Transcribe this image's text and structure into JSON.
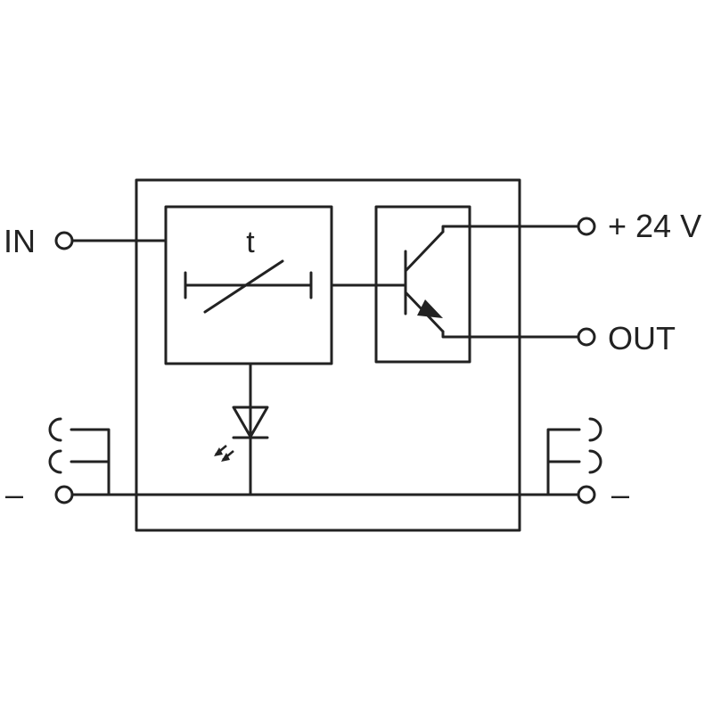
{
  "labels": {
    "input": "IN",
    "supply": "+ 24 V",
    "output": "OUT",
    "ground_left": "–",
    "ground_right": "–",
    "timer_symbol": "t"
  },
  "colors": {
    "line": "#222222",
    "background": "#ffffff"
  }
}
